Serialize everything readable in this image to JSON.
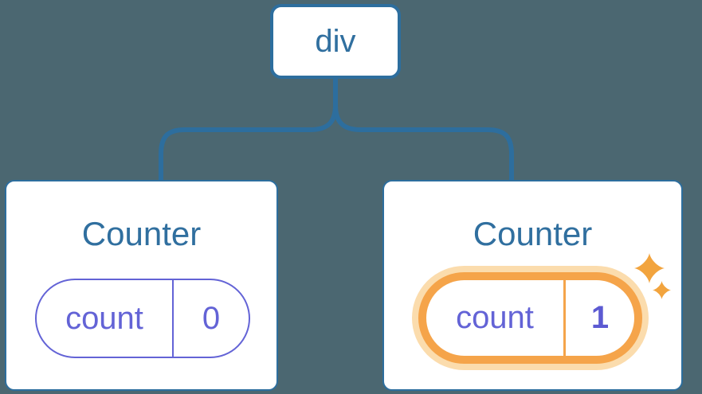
{
  "background_color": "#4b6771",
  "accent_colors": {
    "line_blue": "#2d6e9e",
    "text_blue": "#306f9f",
    "state_purple": "#6363d6",
    "highlight_orange": "#f5a44a",
    "highlight_glow": "#fbdcad",
    "card_background": "#ffffff"
  },
  "diagram": {
    "root_node": {
      "label": "div"
    },
    "children": [
      {
        "title": "Counter",
        "state_pill": {
          "key": "count",
          "value": "0",
          "highlighted": false
        }
      },
      {
        "title": "Counter",
        "state_pill": {
          "key": "count",
          "value": "1",
          "highlighted": true
        },
        "badge_icon": "sparkles-icon"
      }
    ]
  }
}
